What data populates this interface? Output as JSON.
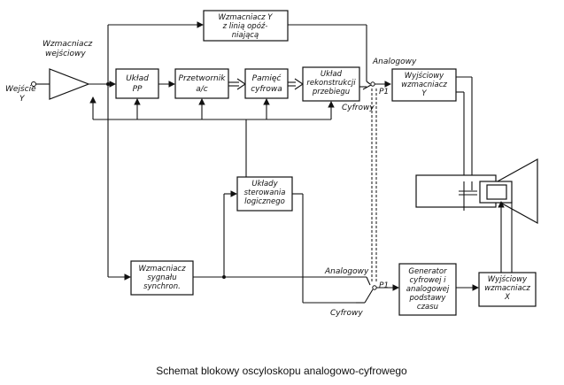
{
  "caption": "Schemat blokowy oscyloskopu analogowo-cyfrowego",
  "labels": {
    "input_amp": [
      "Wzmacniacz",
      "wejściowy"
    ],
    "input": [
      "Wejście",
      "Y"
    ],
    "delay_amp": [
      "Wzmacniacz Y",
      "z linią opóź-",
      "niającą"
    ],
    "pp": [
      "Układ",
      "PP"
    ],
    "adc": [
      "Przetwornik",
      "a/c"
    ],
    "memory": [
      "Pamięć",
      "cyfrowa"
    ],
    "reconstruct": [
      "Układ",
      "rekonstrukcji",
      "przebiegu"
    ],
    "out_y": [
      "Wyjściowy",
      "wzmacniacz",
      "Y"
    ],
    "control": [
      "Układy",
      "sterowania",
      "logicznego"
    ],
    "sync": [
      "Wzmacniacz",
      "sygnału",
      "synchron."
    ],
    "generator": [
      "Generator",
      "cyfrowej i",
      "analogowej",
      "podstawy",
      "czasu"
    ],
    "out_x": [
      "Wyjściowy",
      "wzmacniacz",
      "X"
    ],
    "analog_top": "Analogowy",
    "digital_top": "Cyfrowy",
    "p1_top": "P1",
    "analog_bottom": "Analogowy",
    "digital_bottom": "Cyfrowy",
    "p1_bottom": "P1"
  }
}
